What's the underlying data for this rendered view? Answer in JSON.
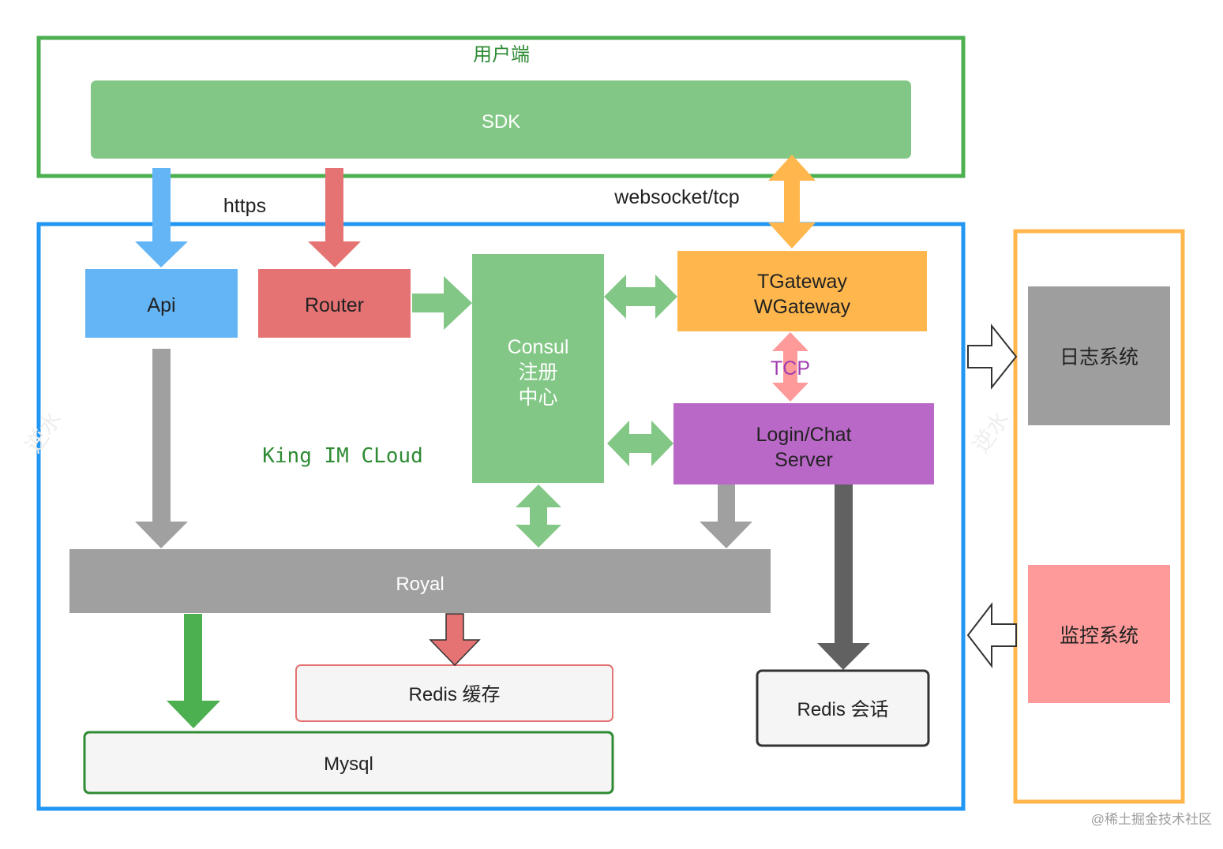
{
  "client": {
    "title": "用户端",
    "sdk": "SDK"
  },
  "protocols": {
    "https": "https",
    "ws": "websocket/tcp",
    "tcp": "TCP"
  },
  "cloud": {
    "title": "King IM CLoud",
    "api": "Api",
    "router": "Router",
    "consul": [
      "Consul",
      "注册",
      "中心"
    ],
    "gateway": [
      "TGateway",
      "WGateway"
    ],
    "login": [
      "Login/Chat",
      "Server"
    ],
    "royal": "Royal",
    "redis_cache": "Redis 缓存",
    "redis_session": "Redis 会话",
    "mysql": "Mysql"
  },
  "ops": {
    "log": "日志系统",
    "monitor": "监控系统"
  },
  "watermark": {
    "side": "逆水",
    "corner": "@稀土掘金技术社区"
  },
  "colors": {
    "green_border": "#4caf50",
    "green_fill": "#82c785",
    "blue_border": "#2196f3",
    "blue_fill": "#64b5f6",
    "red_fill": "#e57373",
    "orange": "#ffb74d",
    "purple": "#ba68c8",
    "gray": "#a0a0a0",
    "dark_gray": "#616161",
    "pink": "#ff9a9a"
  }
}
